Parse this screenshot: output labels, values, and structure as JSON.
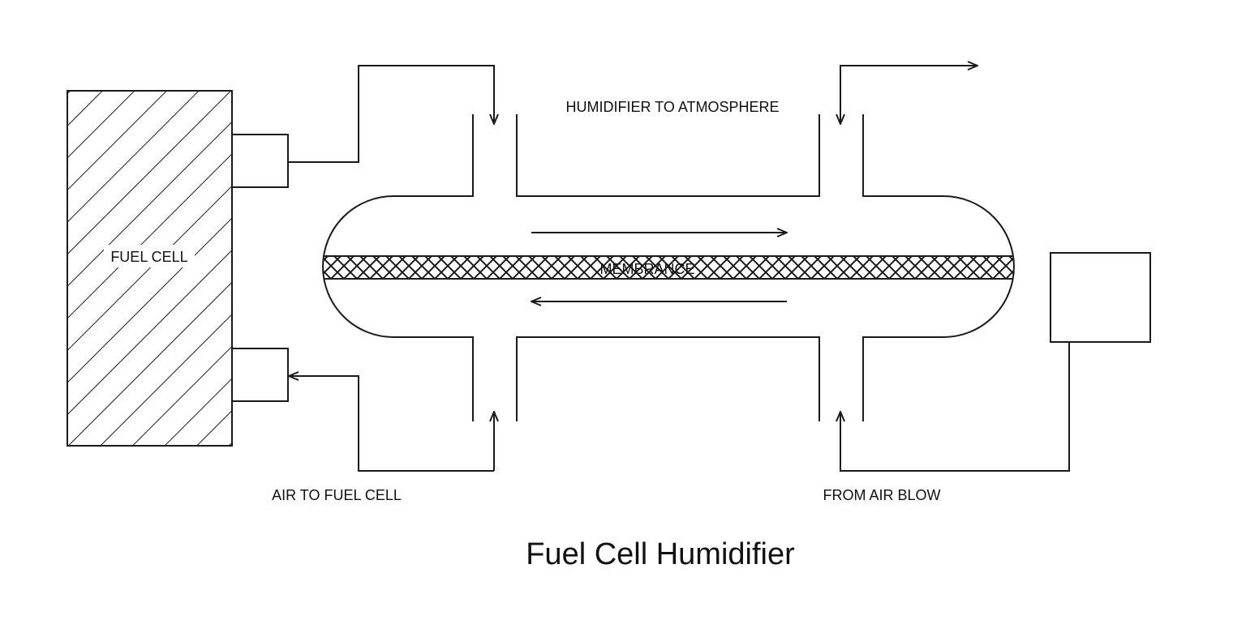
{
  "diagram": {
    "labels": {
      "fuel_cell": "FUEL CELL",
      "humidifier_to_atmosphere": "HUMIDIFIER TO ATMOSPHERE",
      "membrane": "MEMBRANCE",
      "air_to_fuel_cell": "AIR TO FUEL CELL",
      "from_air_blow": "FROM AIR BLOW"
    },
    "caption": "Fuel Cell Humidifier"
  }
}
